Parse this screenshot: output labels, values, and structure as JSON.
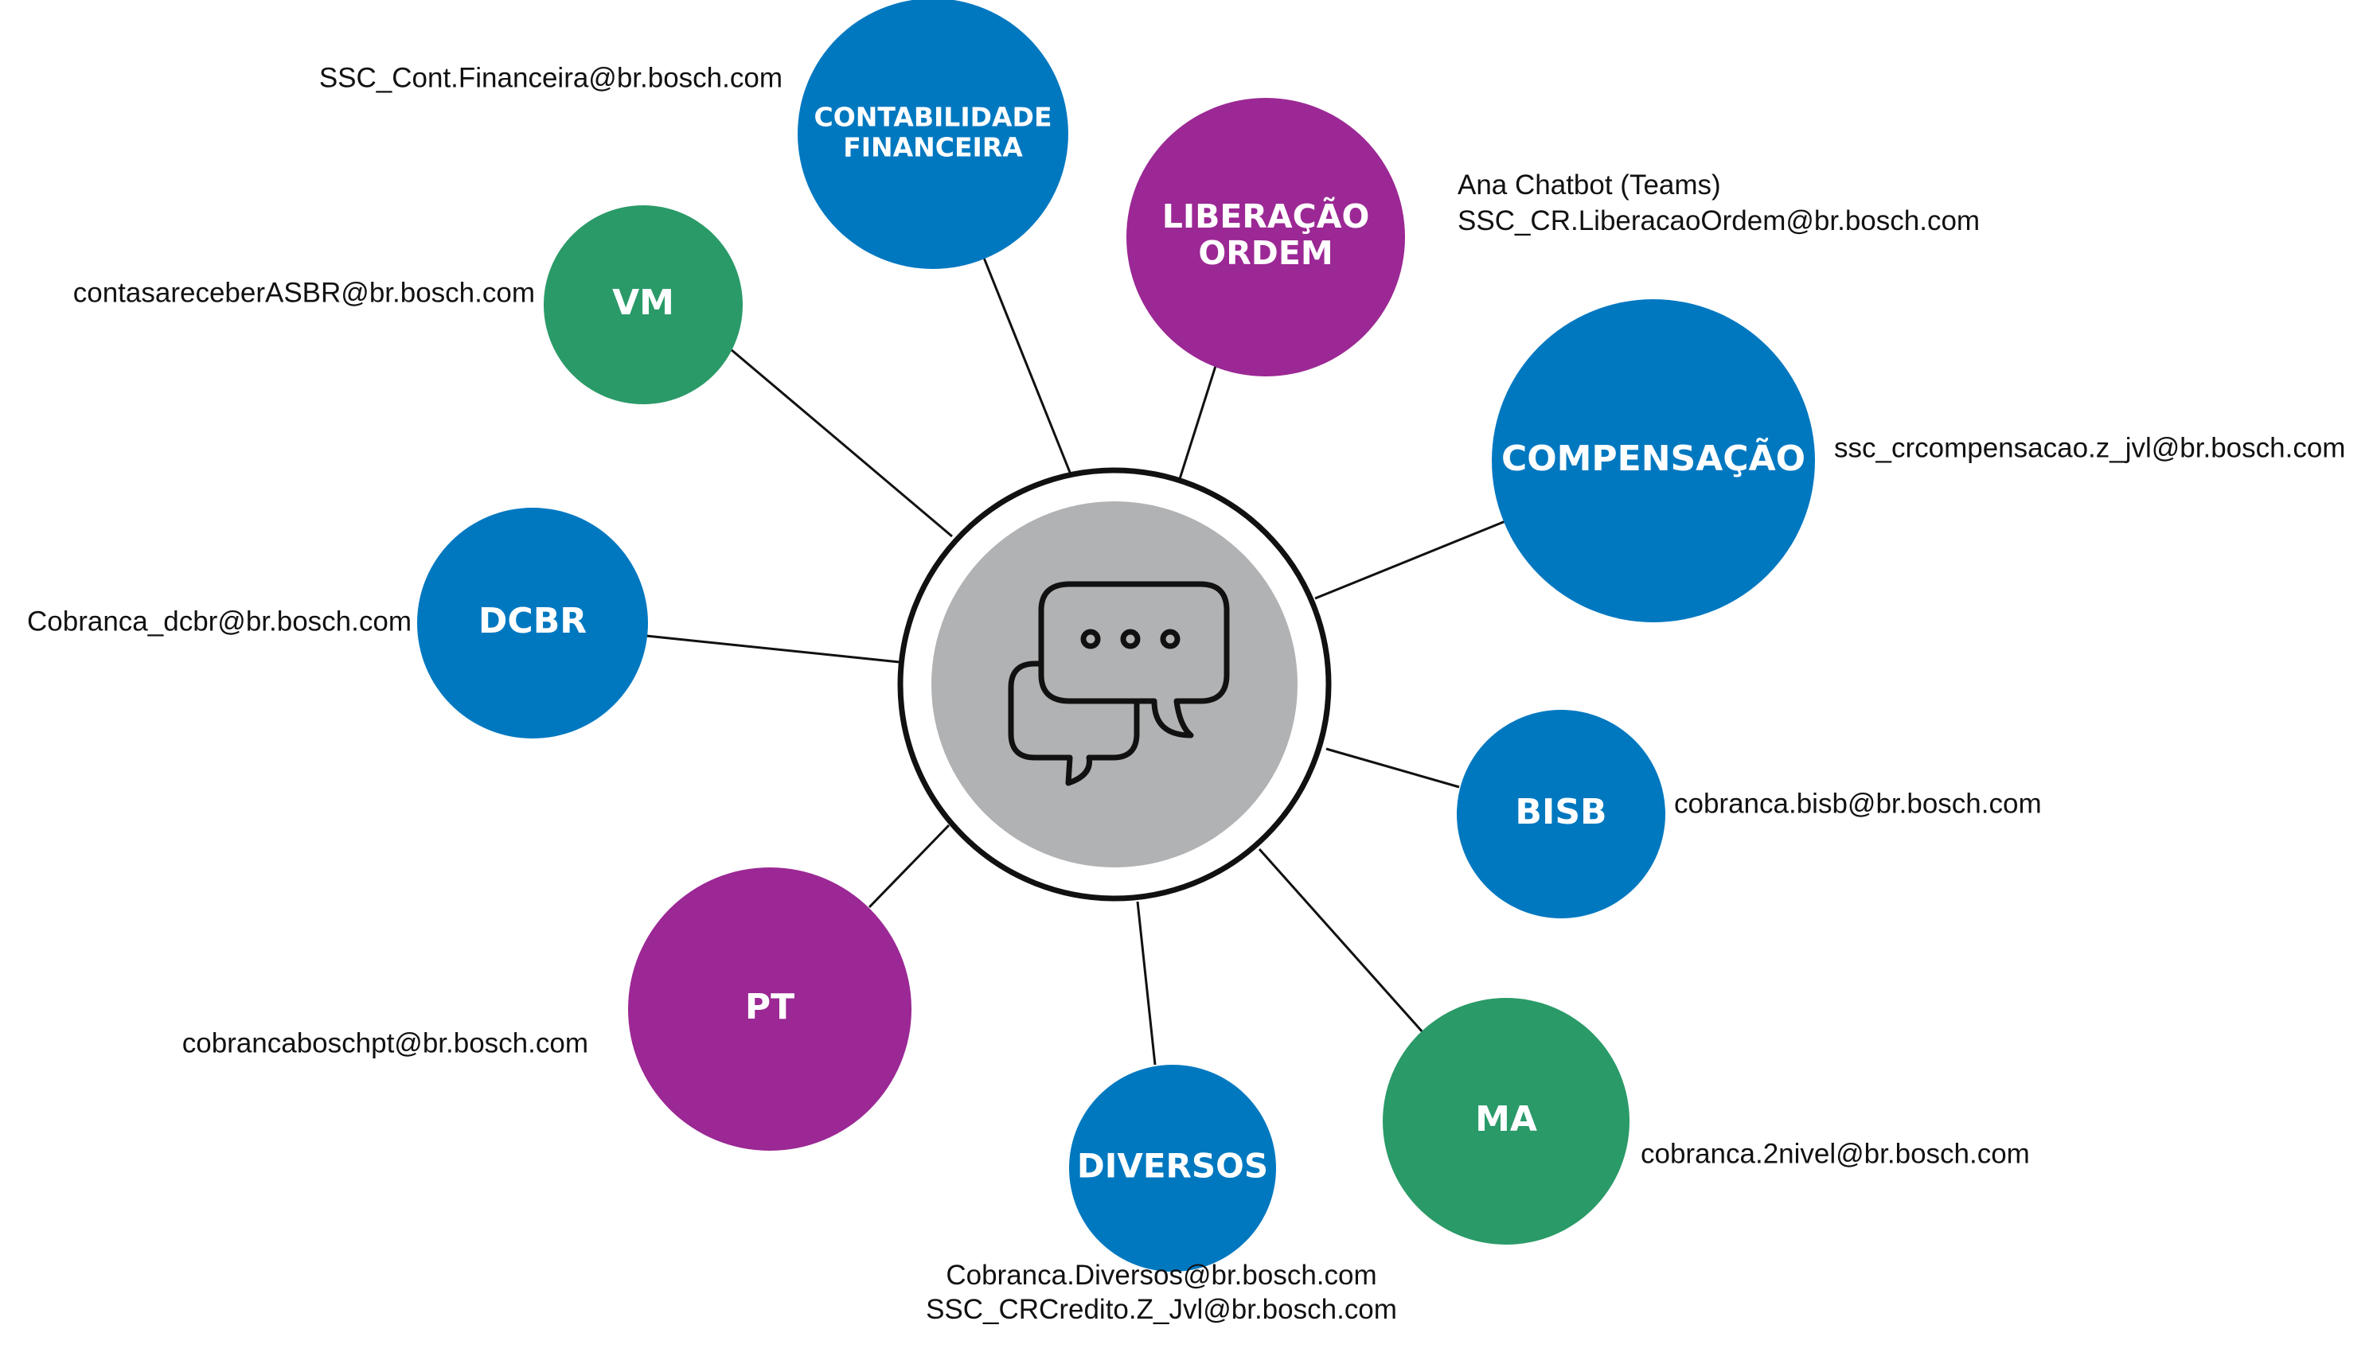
{
  "hub": {
    "icon": "chat-bubbles-icon",
    "ring_color": "#111111",
    "fill_color": "#b1b2b4"
  },
  "colors": {
    "blue": "#0078c0",
    "purple": "#9b2894",
    "green": "#2a9a68"
  },
  "nodes": [
    {
      "id": "contabilidade",
      "label_lines": [
        "CONTABILIDADE",
        "FINANCEIRA"
      ],
      "color": "blue",
      "contact_lines": [
        "SSC_Cont.Financeira@br.bosch.com"
      ]
    },
    {
      "id": "liberacao",
      "label_lines": [
        "LIBERAÇÃO",
        "ORDEM"
      ],
      "color": "purple",
      "contact_lines": [
        "Ana Chatbot (Teams)",
        "SSC_CR.LiberacaoOrdem@br.bosch.com"
      ]
    },
    {
      "id": "vm",
      "label_lines": [
        "VM"
      ],
      "color": "green",
      "contact_lines": [
        "contasareceberASBR@br.bosch.com"
      ]
    },
    {
      "id": "compensacao",
      "label_lines": [
        "COMPENSAÇÃO"
      ],
      "color": "blue",
      "contact_lines": [
        "ssc_crcompensacao.z_jvl@br.bosch.com"
      ]
    },
    {
      "id": "dcbr",
      "label_lines": [
        "DCBR"
      ],
      "color": "blue",
      "contact_lines": [
        "Cobranca_dcbr@br.bosch.com"
      ]
    },
    {
      "id": "bisb",
      "label_lines": [
        "BISB"
      ],
      "color": "blue",
      "contact_lines": [
        "cobranca.bisb@br.bosch.com"
      ]
    },
    {
      "id": "pt",
      "label_lines": [
        "PT"
      ],
      "color": "purple",
      "contact_lines": [
        "cobrancaboschpt@br.bosch.com"
      ]
    },
    {
      "id": "ma",
      "label_lines": [
        "MA"
      ],
      "color": "green",
      "contact_lines": [
        "cobranca.2nivel@br.bosch.com"
      ]
    },
    {
      "id": "diversos",
      "label_lines": [
        "DIVERSOS"
      ],
      "color": "blue",
      "contact_lines": [
        "Cobranca.Diversos@br.bosch.com",
        "SSC_CRCredito.Z_Jvl@br.bosch.com"
      ]
    }
  ]
}
